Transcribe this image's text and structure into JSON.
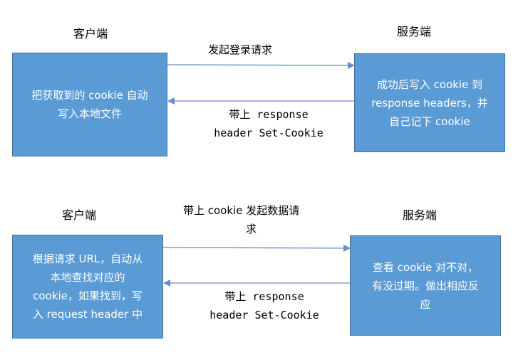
{
  "accent_color": "#5b9bd5",
  "arrow_color": "#6a8fc7",
  "diagram1": {
    "client_title": "客户端",
    "server_title": "服务端",
    "client_box": [
      "把获取到的 cookie 自动",
      "写入本地文件"
    ],
    "server_box": [
      "成功后写入 cookie 到",
      "response headers，并",
      "自己记下 cookie"
    ],
    "request_label": "发起登录请求",
    "response_label": [
      "带上 response",
      "header Set-Cookie"
    ]
  },
  "diagram2": {
    "client_title": "客户端",
    "server_title": "服务端",
    "client_box": [
      "根据请求 URL，自动从",
      "本地查找对应的",
      "cookie，如果找到，写",
      "入 request header 中"
    ],
    "server_box": [
      "查看 cookie 对不对，",
      "有没过期。做出相应反",
      "应"
    ],
    "request_label": [
      "带上 cookie 发起数据请",
      "求"
    ],
    "response_label": [
      "带上 response",
      "header Set-Cookie"
    ]
  }
}
